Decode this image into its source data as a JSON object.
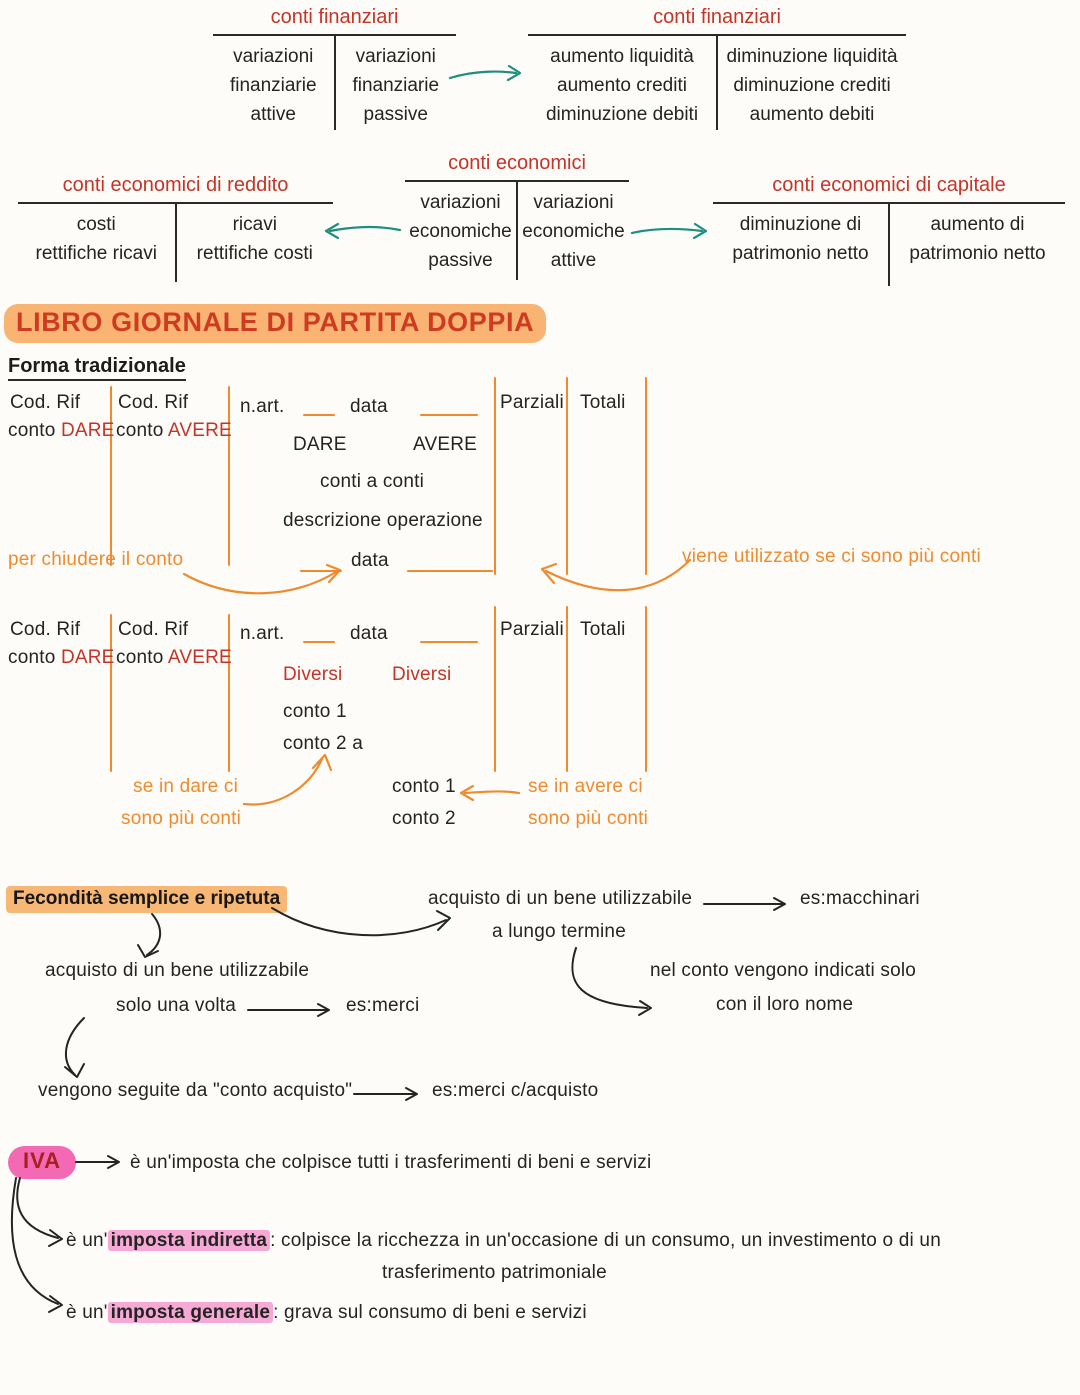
{
  "colors": {
    "red": "#c53428",
    "teal": "#1e8e7e",
    "orange": "#ef8b2e",
    "orange_highlight": "#f79940",
    "pink_pill": "#f469b4",
    "pink_highlight": "#f6a9d4",
    "ink": "#242424"
  },
  "t_accounts": {
    "finanziari_variazioni": {
      "title": "conti finanziari",
      "left_lines": [
        "variazioni",
        "finanziarie",
        "attive"
      ],
      "right_lines": [
        "variazioni",
        "finanziarie",
        "passive"
      ]
    },
    "finanziari_dettaglio": {
      "title": "conti finanziari",
      "left_lines": [
        "aumento liquidità",
        "aumento crediti",
        "diminuzione debiti"
      ],
      "right_lines": [
        "diminuzione liquidità",
        "diminuzione crediti",
        "aumento debiti"
      ]
    },
    "economici_reddito": {
      "title": "conti economici di reddito",
      "left_lines": [
        "costi",
        "rettifiche ricavi"
      ],
      "right_lines": [
        "ricavi",
        "rettifiche costi"
      ]
    },
    "economici_variazioni": {
      "title": "conti economici",
      "left_lines": [
        "variazioni",
        "economiche",
        "passive"
      ],
      "right_lines": [
        "variazioni",
        "economiche",
        "attive"
      ]
    },
    "economici_capitale": {
      "title": "conti economici di capitale",
      "left_lines": [
        "diminuzione di",
        "patrimonio netto"
      ],
      "right_lines": [
        "aumento di",
        "patrimonio netto"
      ]
    }
  },
  "libro_giornale": {
    "heading": "LIBRO GIORNALE DI PARTITA DOPPIA",
    "subheading": "Forma tradizionale",
    "labels": {
      "cod_rif": "Cod. Rif",
      "conto": "conto",
      "dare": "DARE",
      "avere": "AVERE",
      "n_art": "n.art.",
      "data": "data",
      "parziali": "Parziali",
      "totali": "Totali"
    },
    "form1": {
      "dare_header": "DARE",
      "avere_header": "AVERE",
      "conti_a_conti": "conti a conti",
      "descrizione": "descrizione operazione",
      "nota_chiudere": "per chiudere il conto",
      "nota_piu_conti": "viene utilizzato se ci sono più conti"
    },
    "form2": {
      "diversi": "Diversi",
      "conto_1": "conto 1",
      "conto_2a": "conto 2 a",
      "nota_dare_1": "se in dare ci",
      "nota_dare_2": "sono più conti",
      "centro_conto_1": "conto 1",
      "centro_conto_2": "conto 2",
      "nota_avere_1": "se in avere ci",
      "nota_avere_2": "sono più conti"
    }
  },
  "fecondita": {
    "titolo": "Fecondità semplice e ripetuta",
    "bene_lungo_1": "acquisto di un bene utilizzabile",
    "bene_lungo_2": "a lungo termine",
    "es_macchinari": "es:macchinari",
    "bene_volta_1": "acquisto di un bene utilizzabile",
    "bene_volta_2": "solo una volta",
    "es_merci": "es:merci",
    "nota_nome_1": "nel conto vengono indicati solo",
    "nota_nome_2": "con il loro nome",
    "conto_acquisto": "vengono seguite da \"conto acquisto\"",
    "es_merci_c": "es:merci c/acquisto"
  },
  "iva": {
    "titolo": "IVA",
    "definizione": "è un'imposta che colpisce tutti i trasferimenti di beni e servizi",
    "indiretta_prefisso": "è un'",
    "indiretta_evidenziato": "imposta indiretta",
    "indiretta_resto": ": colpisce la ricchezza in un'occasione di un consumo, un investimento o di un",
    "indiretta_riga2": "trasferimento patrimoniale",
    "generale_prefisso": "è un'",
    "generale_evidenziato": "imposta generale",
    "generale_resto": ": grava sul consumo di beni e servizi"
  }
}
